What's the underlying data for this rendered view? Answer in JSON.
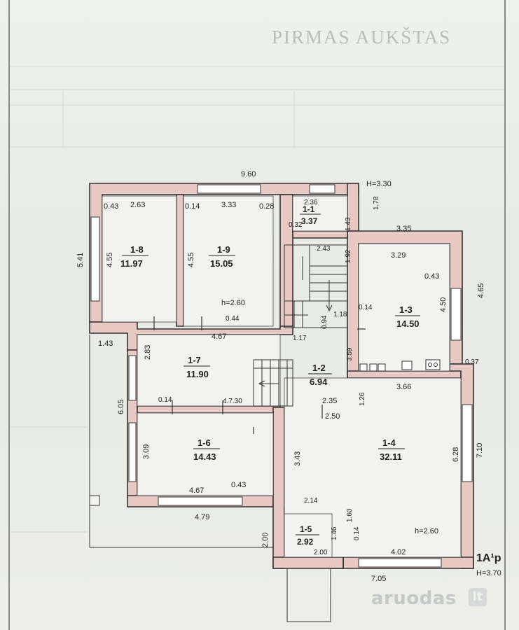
{
  "title": "PIRMAS AUKŠTAS",
  "heights": {
    "top": "H=3.30",
    "bottom": "H=3.70",
    "mark": "1A¹p"
  },
  "rooms": [
    {
      "id": "1-1",
      "area": "3.37"
    },
    {
      "id": "1-2",
      "area": "6.94"
    },
    {
      "id": "1-3",
      "area": "14.50"
    },
    {
      "id": "1-4",
      "area": "32.11"
    },
    {
      "id": "1-5",
      "area": "2.92"
    },
    {
      "id": "1-6",
      "area": "14.43"
    },
    {
      "id": "1-7",
      "area": "11.90"
    },
    {
      "id": "1-8",
      "area": "11.97"
    },
    {
      "id": "1-9",
      "area": "15.05"
    }
  ],
  "ceiling": {
    "a": "h=2.60",
    "b": "h=2.60"
  },
  "dims": {
    "d960": "9.60",
    "d263": "2.63",
    "d043a": "0.43",
    "d014a": "0.14",
    "d333": "3.33",
    "d028": "0.28",
    "d236": "2.36",
    "d178": "1.78",
    "d032": "0.32",
    "d143a": "1.43",
    "d335": "3.35",
    "d541": "5.41",
    "d455a": "4.55",
    "d455b": "4.55",
    "d243": "2.43",
    "d192": "1.92",
    "d329": "3.29",
    "d043b": "0.43",
    "d465a": "4.65",
    "d450": "4.50",
    "d094": "0.94",
    "d118": "1.18",
    "d014b": "0.14",
    "d044": "0.44",
    "d467a": "4.67",
    "d143b": "1.43",
    "d117": "1.17",
    "d359": "3.59",
    "d037": "0.37",
    "d283": "2.83",
    "d366": "3.66",
    "d126": "1.26",
    "d605": "6.05",
    "d014c": "0.14",
    "d730": "4.7.30",
    "d235": "2.35",
    "d250": "2.50",
    "d309": "3.09",
    "d343": "3.43",
    "d628": "6.28",
    "d710": "7.10",
    "d467b": "4.67",
    "d043c": "0.43",
    "d479": "4.79",
    "d214": "2.14",
    "d160": "1.60",
    "d146": "1.46",
    "d014d": "0.14",
    "d200a": "2.00",
    "d200b": "2.00",
    "d402": "4.02",
    "d705": "7.05"
  },
  "watermark": {
    "text": "aruodas",
    "suffix": "lt"
  }
}
